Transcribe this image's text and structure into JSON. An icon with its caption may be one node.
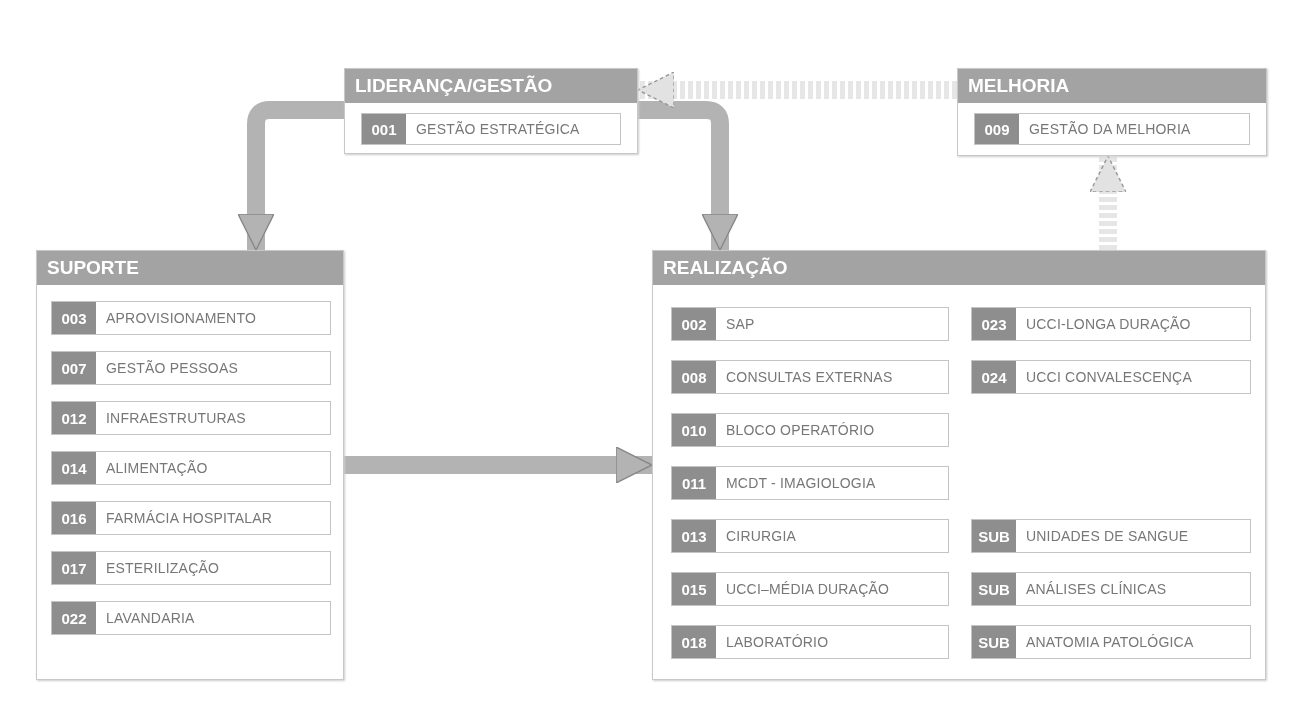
{
  "diagram": {
    "nodes": [
      {
        "text": [
          "LIDERANÇA/GESTÃO"
        ]
      },
      {
        "text": [
          "001",
          "GESTÃO ESTRATÉGICA"
        ],
        "in": 0
      },
      {
        "text": [
          "MELHORIA"
        ]
      },
      {
        "text": [
          "009",
          "GESTÃO DA MELHORIA"
        ],
        "in": 2
      },
      {
        "text": [
          "SUPORTE"
        ]
      },
      {
        "text": [
          "003",
          "APROVISIONAMENTO"
        ],
        "in": 4
      },
      {
        "text": [
          "007",
          "GESTÃO PESSOAS"
        ],
        "in": 4
      },
      {
        "text": [
          "012",
          "INFRAESTRUTURAS"
        ],
        "in": 4
      },
      {
        "text": [
          "014",
          "ALIMENTAÇÃO"
        ],
        "in": 4
      },
      {
        "text": [
          "016",
          "FARMÁCIA HOSPITALAR"
        ],
        "in": 4
      },
      {
        "text": [
          "017",
          "ESTERILIZAÇÃO"
        ],
        "in": 4
      },
      {
        "text": [
          "022",
          "LAVANDARIA"
        ],
        "in": 4
      },
      {
        "text": [
          "REALIZAÇÃO"
        ]
      },
      {
        "text": [
          "002",
          "SAP"
        ],
        "in": 12
      },
      {
        "text": [
          "008",
          "CONSULTAS EXTERNAS"
        ],
        "in": 12
      },
      {
        "text": [
          "010",
          "BLOCO OPERATÓRIO"
        ],
        "in": 12
      },
      {
        "text": [
          "011",
          "MCDT - IMAGIOLOGIA"
        ],
        "in": 12
      },
      {
        "text": [
          "013",
          "CIRURGIA"
        ],
        "in": 12
      },
      {
        "text": [
          "015",
          "UCCI–MÉDIA DURAÇÃO"
        ],
        "in": 12
      },
      {
        "text": [
          "018",
          "LABORATÓRIO"
        ],
        "in": 12
      },
      {
        "text": [
          "023",
          "UCCI-LONGA DURAÇÃO"
        ],
        "in": 12
      },
      {
        "text": [
          "024",
          "UCCI CONVALESCENÇA"
        ],
        "in": 12
      },
      {
        "text": [
          "SUB",
          "UNIDADES DE SANGUE"
        ],
        "in": 12
      },
      {
        "text": [
          "SUB",
          "ANÁLISES CLÍNICAS"
        ],
        "in": 12
      },
      {
        "text": [
          "SUB",
          "ANATOMIA PATOLÓGICA"
        ],
        "in": 12
      }
    ],
    "edges": [
      {
        "from": 0,
        "to": 4,
        "arrow": "to"
      },
      {
        "from": 0,
        "to": 12,
        "arrow": "to"
      },
      {
        "from": 4,
        "to": 12,
        "arrow": "to"
      },
      {
        "from": 12,
        "to": 2,
        "arrow": "to",
        "style": "dashed"
      },
      {
        "from": 2,
        "to": 0,
        "arrow": "to",
        "style": "dashed"
      }
    ]
  }
}
